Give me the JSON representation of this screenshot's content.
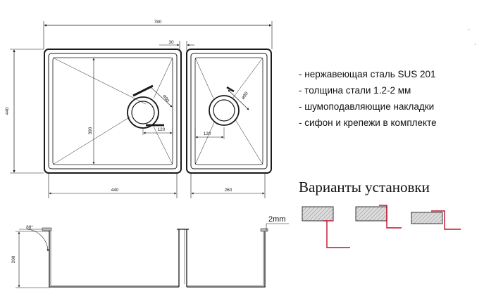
{
  "dimensions": {
    "total_width": "780",
    "gap": "30",
    "height": "440",
    "bowl_depth_inner": "390",
    "large_bowl_width": "440",
    "small_bowl_width": "260",
    "drain_large": "ø90",
    "drain_small": "ø90",
    "drain_offset_large": "120",
    "drain_offset_small": "120",
    "section_angle": "88°",
    "section_depth": "200"
  },
  "thickness_label": "2mm",
  "specs": [
    "- нержавеющая сталь SUS 201",
    "- толщина стали 1.2-2 мм",
    "- шумоподавляющие накладки",
    "- сифон и крепежи в комплекте"
  ],
  "installation_title": "Варианты установки",
  "colors": {
    "line": "#1a1a1a",
    "accent": "#c0102a",
    "hatch_fill": "#d9d9d9"
  }
}
